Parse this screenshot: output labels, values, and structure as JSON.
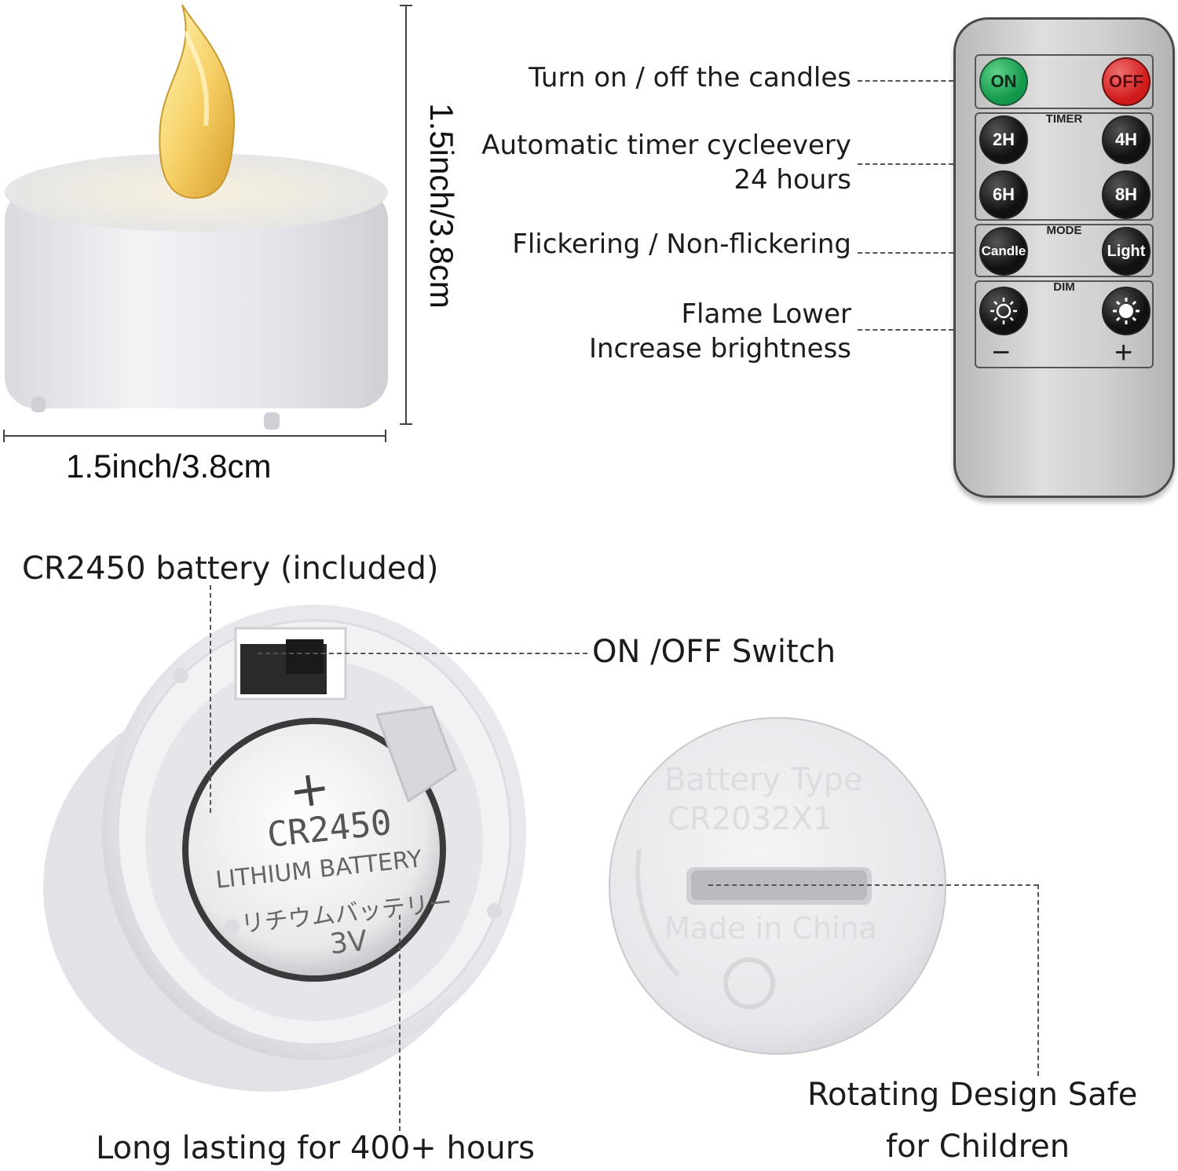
{
  "dimensions": {
    "height_label": "1.5inch/3.8cm",
    "width_label": "1.5inch/3.8cm"
  },
  "features": {
    "onoff_desc": "Turn on / off the candles",
    "timer_desc_line1": "Automatic timer cycleevery",
    "timer_desc_line2": "24 hours",
    "mode_desc": "Flickering / Non-flickering",
    "dim_desc_line1": "Flame Lower",
    "dim_desc_line2": "Increase brightness"
  },
  "remote": {
    "on": "ON",
    "off": "OFF",
    "timer_title": "TIMER",
    "t2": "2H",
    "t4": "4H",
    "t6": "6H",
    "t8": "8H",
    "mode_title": "MODE",
    "candle": "Candle",
    "light": "Light",
    "dim_title": "DIM",
    "minus": "−",
    "plus": "+"
  },
  "battery": {
    "title": "CR2450 battery (included)",
    "switch_label": "ON /OFF Switch",
    "plus_mark": "+",
    "model": "CR2450",
    "type": "LITHIUM BATTERY",
    "type_jp": "リチウムバッテリー",
    "voltage": "3V",
    "lasting": "Long lasting for 400+ hours"
  },
  "cover": {
    "emboss1": "Battery Type",
    "emboss2": "CR2032X1",
    "emboss3": "Made in China",
    "safe_line1": "Rotating Design Safe",
    "safe_line2": "for Children"
  },
  "colors": {
    "on_green": "#11984a",
    "off_red": "#d11a1a",
    "flame_amber": "#f3c54a"
  }
}
